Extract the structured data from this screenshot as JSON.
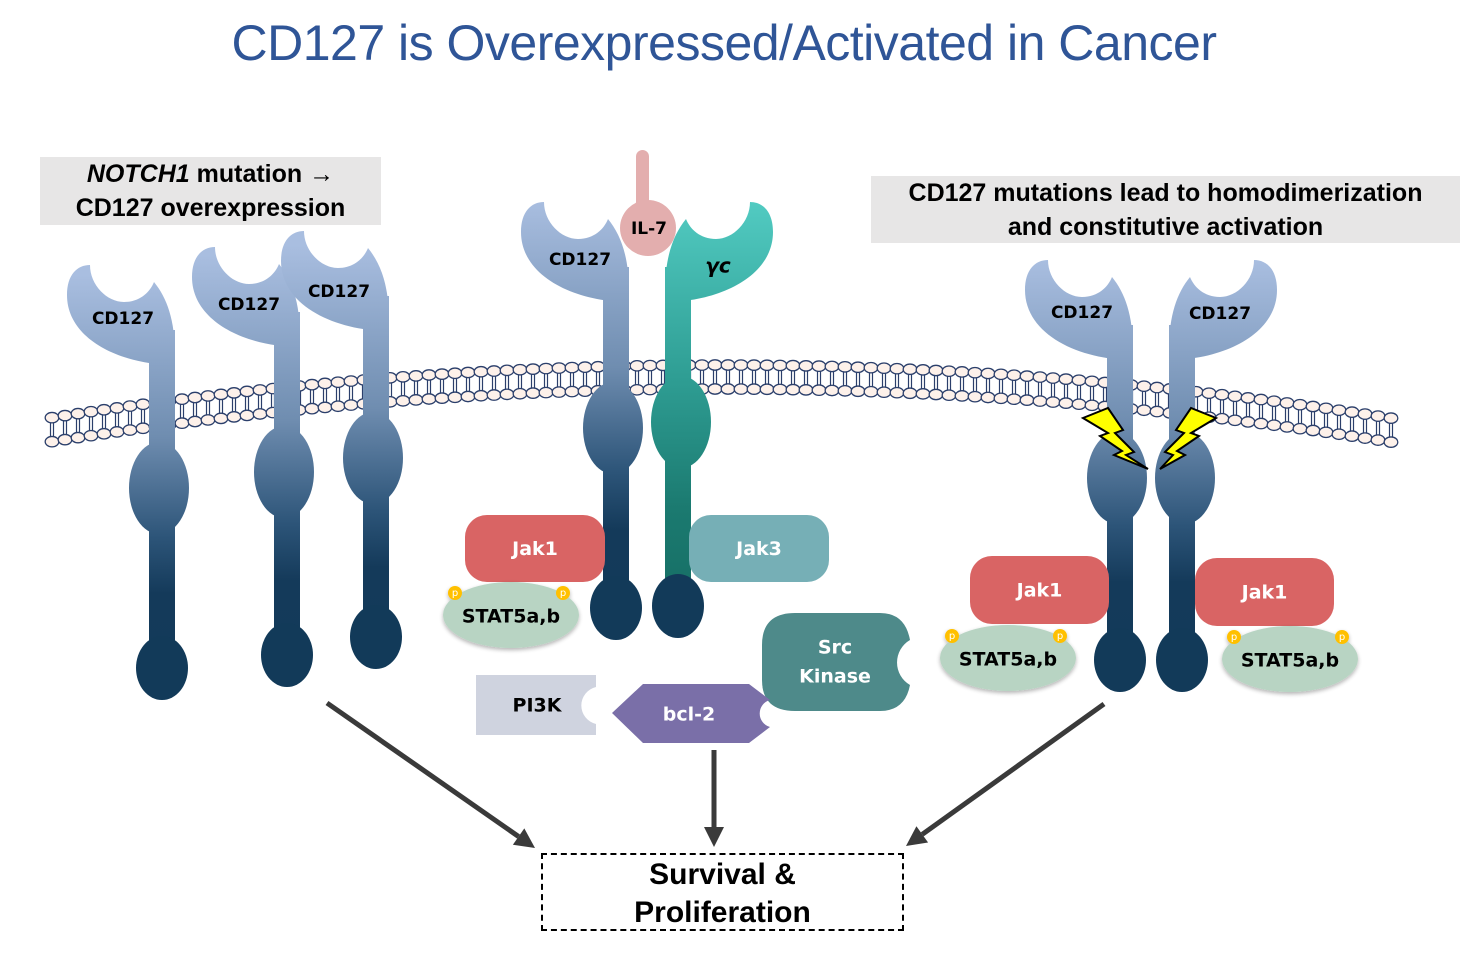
{
  "title": "CD127 is Overexpressed/Activated in Cancer",
  "callouts": {
    "left": {
      "gene_italic": "NOTCH1",
      "line1_rest": " mutation →",
      "line2": "CD127 overexpression"
    },
    "right": {
      "line1": "CD127 mutations lead to homodimerization",
      "line2": "and constitutive activation"
    }
  },
  "receptors": {
    "left_group": [
      "CD127",
      "CD127",
      "CD127"
    ],
    "center": {
      "cd127": "CD127",
      "gamma_c": "γc",
      "ligand": "IL-7"
    },
    "right_group": [
      "CD127",
      "CD127"
    ]
  },
  "proteins": {
    "jak1": "Jak1",
    "jak3": "Jak3",
    "stat": "STAT5a,b",
    "phospho": "p",
    "src_line1": "Src",
    "src_line2": "Kinase",
    "pi3k": "PI3K",
    "bcl2": "bcl-2"
  },
  "outcome": {
    "line1": "Survival &",
    "line2": "Proliferation"
  },
  "colors": {
    "title": "#2f5597",
    "cd127_top": "#a9bee0",
    "cd127_bottom": "#143a5a",
    "gamma_top": "#4ec9c0",
    "gamma_bottom": "#166b62",
    "il7": "#e3aeae",
    "jak1": "#d96464",
    "jak3": "#76afb6",
    "stat": "#b8d4c3",
    "phospho": "#ffc000",
    "src": "#4e8a8a",
    "pi3k": "#cfd3df",
    "bcl2": "#7a6fa8",
    "lightning": "#ffff00",
    "arrow": "#3a3a3a",
    "callout_bg": "#e7e6e6"
  }
}
